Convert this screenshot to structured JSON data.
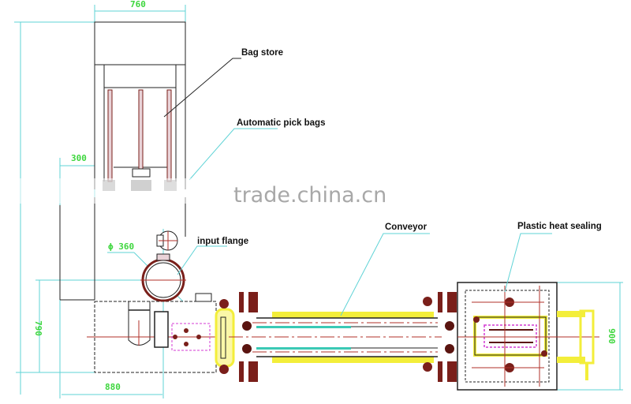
{
  "title": "Automatic bag packing machine layout drawing",
  "watermark": "trade.china.cn",
  "callouts": {
    "bag_store": "Bag store",
    "automatic_pick_bags": "Automatic pick bags",
    "input_flange": "input flange",
    "conveyor": "Conveyor",
    "plastic_heat_sealing": "Plastic heat sealing"
  },
  "dimensions": {
    "top_width": "760",
    "offset_width": "300",
    "flange_diameter": "ϕ 360",
    "base_height": "790",
    "base_width": "880",
    "sealer_height": "900"
  },
  "colors": {
    "dimension_line": "#5fd3d6",
    "dimension_text": "#3dd63d",
    "outline": "#222222",
    "center_line": "#b0302a",
    "highlight": "#f3ee3a",
    "accent_magenta": "#d43bd4",
    "bolt": "#7a1f1a"
  }
}
